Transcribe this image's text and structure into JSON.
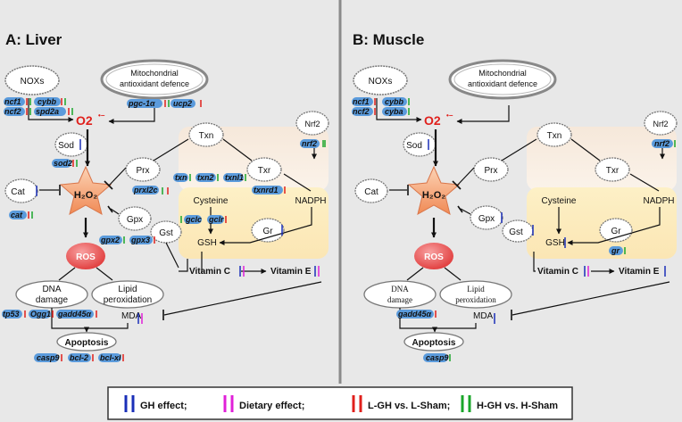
{
  "liver": {
    "title": "A:  Liver"
  },
  "muscle": {
    "title": "B:  Muscle"
  },
  "labels": {
    "noxs": "NOXs",
    "mito_1": "Mitochondrial",
    "mito_2": "antioxidant defence",
    "superoxide": "O2",
    "superoxide_sup": "•−",
    "nrf2": "Nrf2",
    "sod": "Sod",
    "txn": "Txn",
    "prx": "Prx",
    "txr": "Txr",
    "cat": "Cat",
    "h2o2": "H₂O₂",
    "cysteine": "Cysteine",
    "nadph": "NADPH",
    "gpx": "Gpx",
    "gst": "Gst",
    "gsh": "GSH",
    "gr": "Gr",
    "ros": "ROS",
    "vitamin_c": "Vitamin C",
    "vitamin_e": "Vitamin E",
    "dna_1": "DNA",
    "dna_2": "damage",
    "lipid_1": "Lipid",
    "lipid_2": "peroxidation",
    "mda": "MDA",
    "apoptosis": "Apoptosis"
  },
  "genes_liver": {
    "ncf1": "ncf1",
    "ncf2": "ncf2",
    "cybb": "cybb",
    "spd2a": "spd2a",
    "pgc1a": "pgc-1α",
    "ucp2": "ucp2",
    "nrf2": "nrf2",
    "sod2": "sod2",
    "prxl2c": "prxl2c",
    "txn": "txn",
    "txn2": "txn2",
    "txnl1": "txnl1",
    "txnrd1": "txnrd1",
    "cat": "cat",
    "gclc": "gclc",
    "gclr": "gclr",
    "gpx2": "gpx2",
    "gpx3": "gpx3",
    "tp53": "tp53",
    "ogg1": "Ogg1",
    "gadd45a": "gadd45α",
    "casp9": "casp9",
    "bcl2": "bcl-2",
    "bclxl": "bcl-xl"
  },
  "genes_muscle": {
    "ncf1": "ncf1",
    "ncf2": "ncf2",
    "cybb": "cybb",
    "cyba": "cyba",
    "nrf2": "nrf2",
    "gr": "gr",
    "gadd45a": "gadd45α",
    "casp9": "casp9"
  },
  "legend": {
    "gh": "GH effect;",
    "diet": "Dietary effect;",
    "lgh": "L-GH vs. L-Sham;",
    "hgh": "H-GH vs. H-Sham"
  },
  "colors": {
    "gh_effect": "#1a2fb8",
    "dietary_effect": "#e020d8",
    "lgh_vs_lsham": "#e0201c",
    "hgh_vs_hsham": "#1aa62a",
    "gene_pill": "#5b9bdc"
  }
}
